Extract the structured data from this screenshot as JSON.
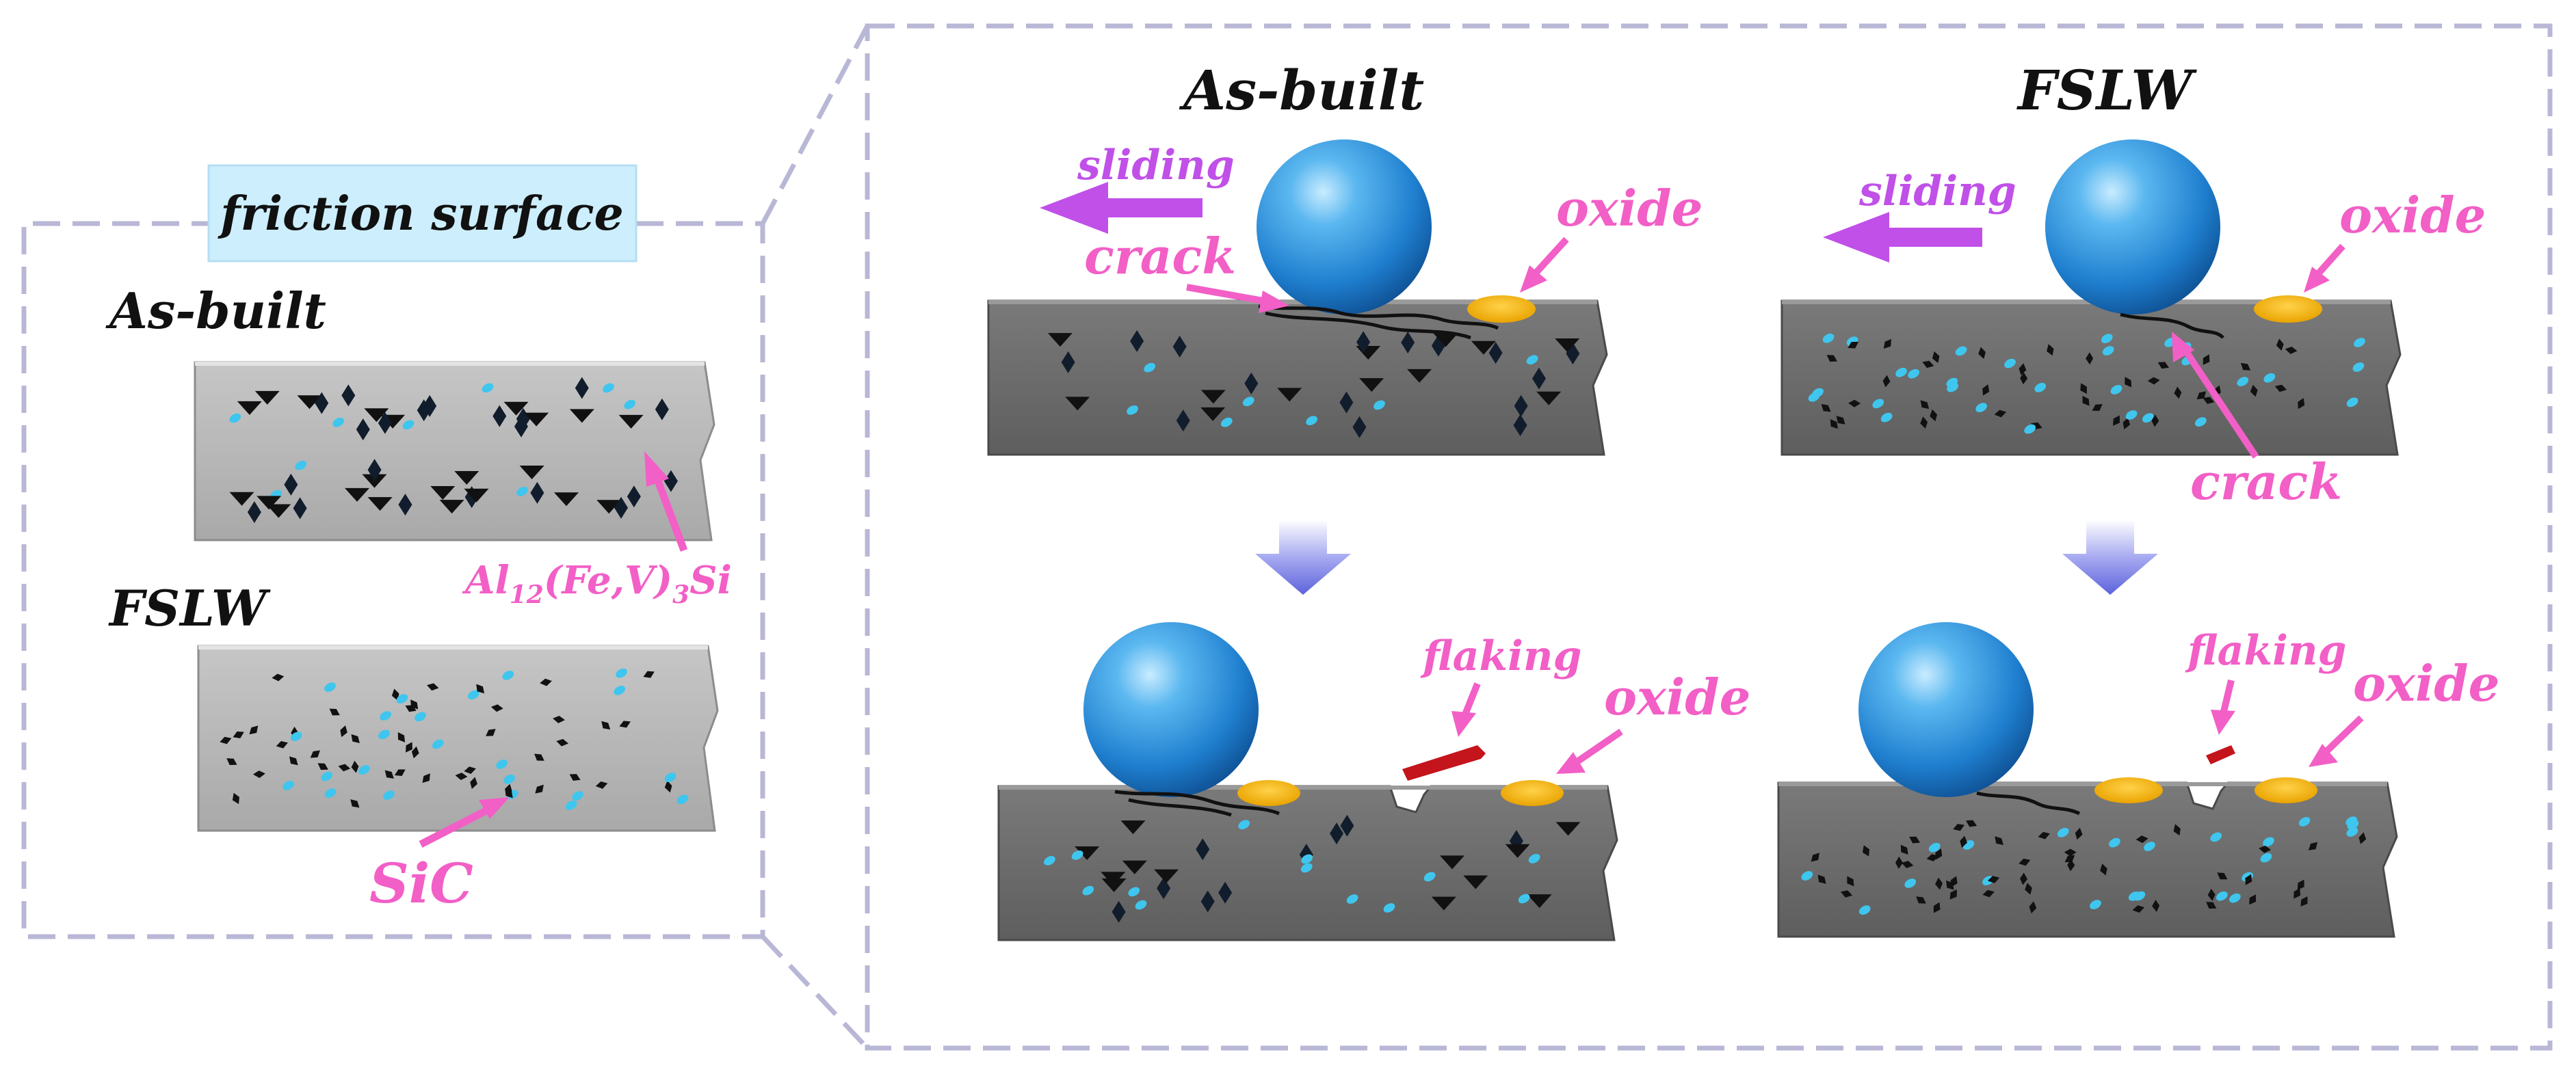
{
  "left_panel": {
    "title": "friction surface",
    "label_asbuilt": "As-built",
    "label_fslw": "FSLW",
    "phase_prefix": "Al",
    "phase_sub1": "12",
    "phase_mid": "(Fe,V)",
    "phase_sub2": "3",
    "phase_suffix": "Si",
    "sic_label": "SiC"
  },
  "right_panel": {
    "col_asbuilt": "As-built",
    "col_fslw": "FSLW",
    "sliding_asbuilt": "sliding",
    "sliding_fslw": "sliding",
    "crack_asbuilt": "crack",
    "crack_fslw": "crack",
    "oxide_top_asbuilt": "oxide",
    "oxide_top_fslw": "oxide",
    "flaking_asbuilt": "flaking",
    "flaking_fslw": "flaking",
    "oxide_bottom_asbuilt": "oxide",
    "oxide_bottom_fslw": "oxide"
  },
  "colors": {
    "label_pink": "#f25fc6",
    "sliding_purple": "#c050e8",
    "substrate_dark": "#6e6e6e",
    "substrate_light": "#b9b9b9",
    "ball_blue": "#2f92d9",
    "oxide_yellow": "#f2b705",
    "flake_red": "#c4141c",
    "particle_cyan": "#3fc6ee",
    "title_box": "#cdeefc",
    "dashed_border": "#b9b7d6",
    "down_arrow": "#6a6fe0"
  }
}
